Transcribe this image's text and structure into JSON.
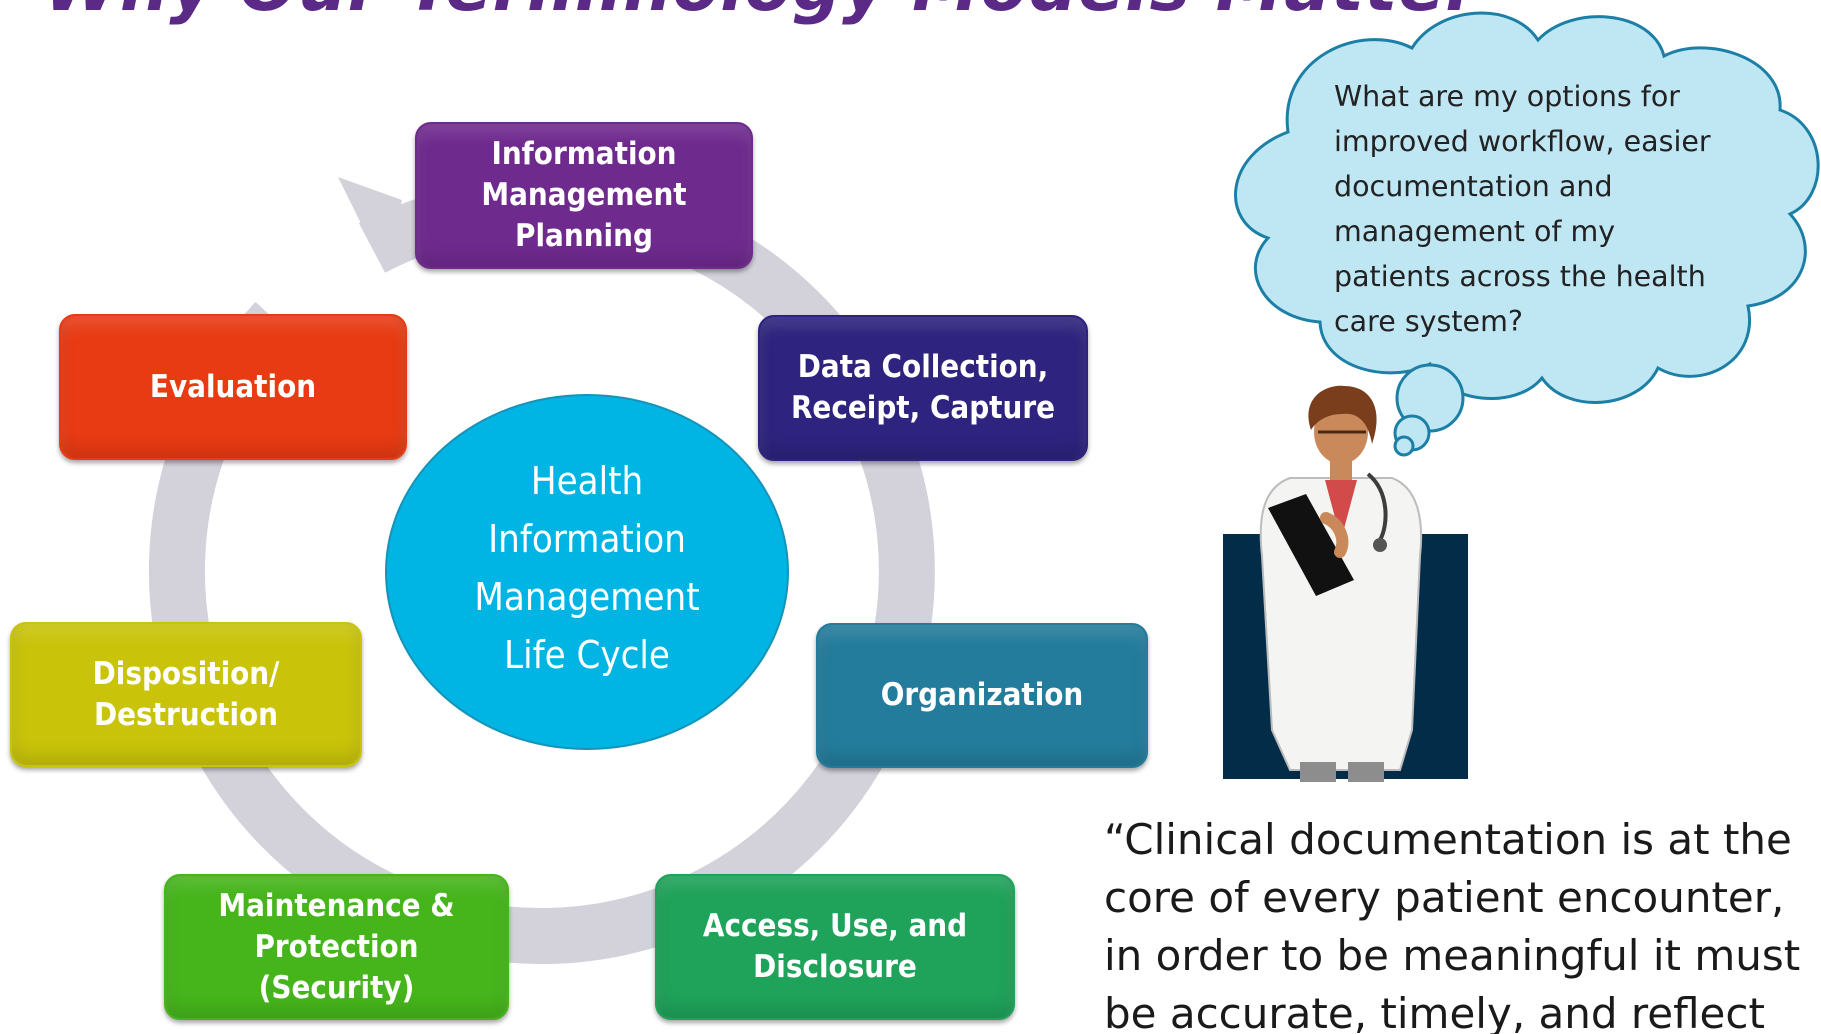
{
  "title": "Why Our Terminology Models Matter",
  "lifecycle": {
    "center_label": "Health\nInformation\nManagement\nLife  Cycle",
    "stages": [
      {
        "id": "information-management-planning",
        "label": "Information\nManagement\nPlanning",
        "color": "#6f2a8e"
      },
      {
        "id": "data-collection",
        "label": "Data Collection,\nReceipt, Capture",
        "color": "#2e237e"
      },
      {
        "id": "organization",
        "label": "Organization",
        "color": "#237c9c"
      },
      {
        "id": "access-use-disclosure",
        "label": "Access, Use, and\nDisclosure",
        "color": "#1fa25a"
      },
      {
        "id": "maintenance-protection",
        "label": "Maintenance &\nProtection (Security)",
        "color": "#46b51c"
      },
      {
        "id": "disposition-destruction",
        "label": "Disposition/\nDestruction",
        "color": "#c9c40a"
      },
      {
        "id": "evaluation",
        "label": "Evaluation",
        "color": "#e83b14"
      }
    ]
  },
  "thought_bubble": {
    "lines": [
      "What are my options for",
      "improved workflow, easier",
      "documentation and",
      "management of my",
      "patients across the health",
      "care system?"
    ]
  },
  "quote": {
    "lines": [
      "“Clinical documentation is at the",
      "core of every patient encounter,",
      "in order to be meaningful it must",
      "be accurate, timely, and reflect"
    ]
  },
  "colors": {
    "title": "#5b2a86",
    "ring": "#d3d1da",
    "center_circle": "#00b4e4",
    "cloud_fill": "#bfe6f3",
    "cloud_stroke": "#1c7fa6",
    "doctor_panel": "#022c48"
  },
  "icons": {
    "doctor": "doctor-with-clipboard-illustration",
    "cycle": "circular-arrow"
  }
}
